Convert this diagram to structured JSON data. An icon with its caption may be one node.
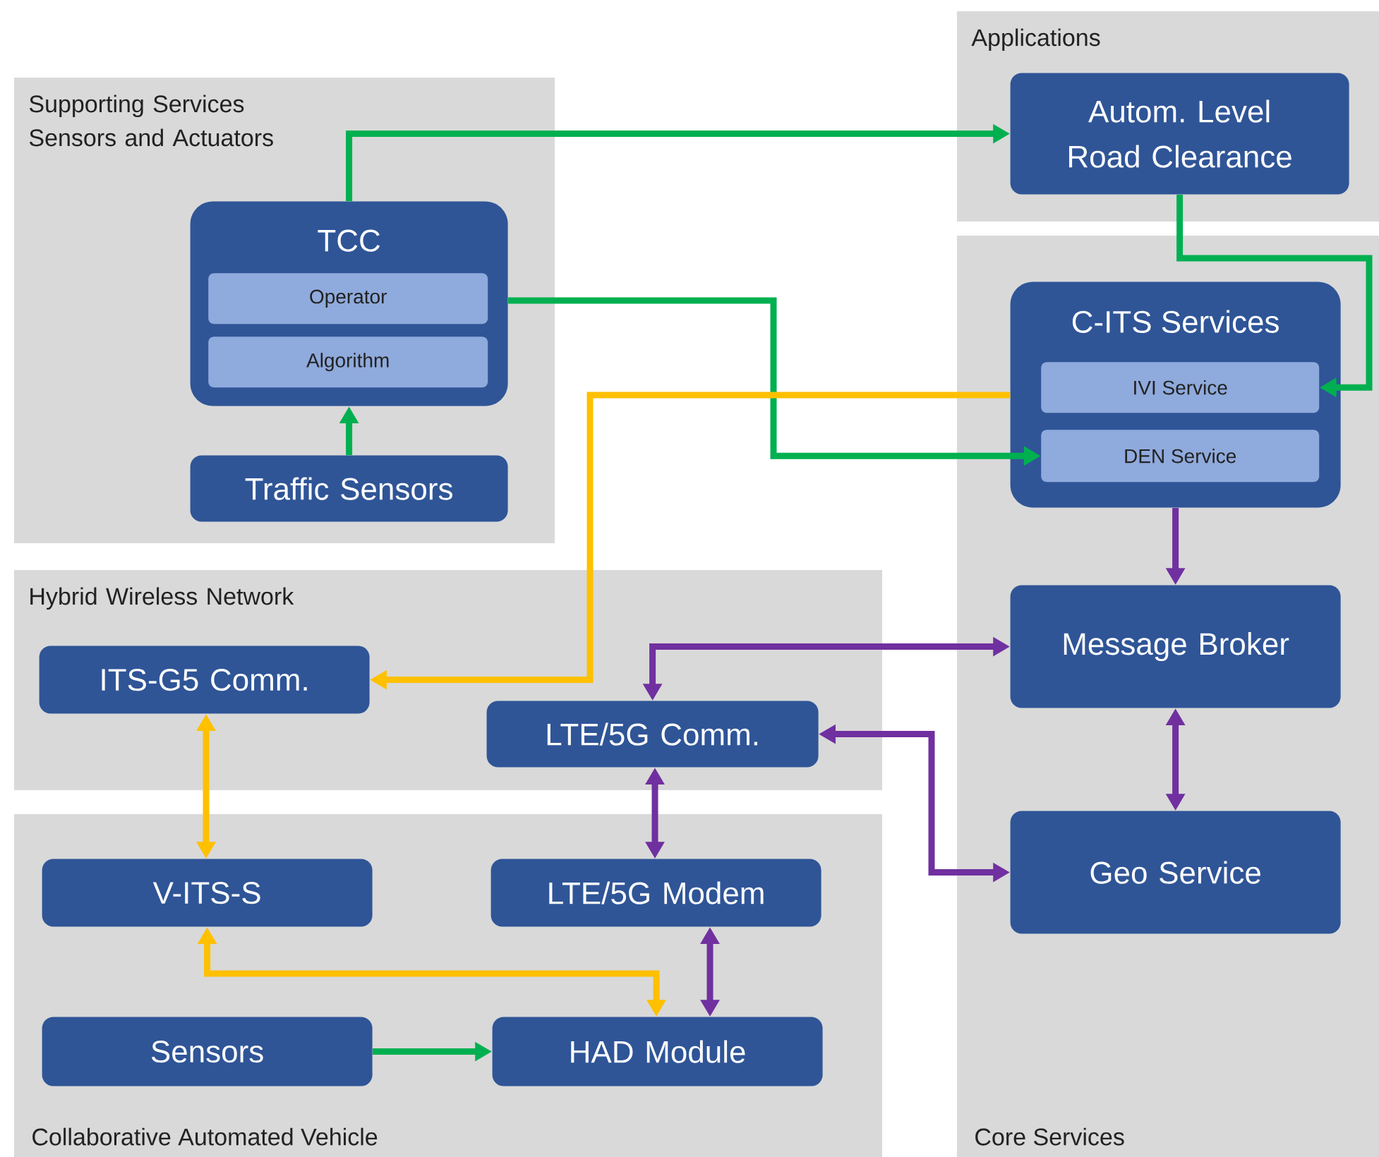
{
  "diagram": {
    "nodes": [
      {
        "text": [
          "Supporting Services Sensors and Actuators"
        ]
      },
      {
        "text": [
          "TCC"
        ],
        "in": 0
      },
      {
        "text": [
          "Operator"
        ],
        "in": 1
      },
      {
        "text": [
          "Algorithm"
        ],
        "in": 1
      },
      {
        "text": [
          "Traffic Sensors"
        ],
        "in": 0
      },
      {
        "text": [
          "Applications"
        ]
      },
      {
        "text": [
          "Autom. Level Road Clearance"
        ],
        "in": 5
      },
      {
        "text": [
          "Core Services"
        ]
      },
      {
        "text": [
          "C-ITS Services"
        ],
        "in": 7
      },
      {
        "text": [
          "IVI Service"
        ],
        "in": 8
      },
      {
        "text": [
          "DEN Service"
        ],
        "in": 8
      },
      {
        "text": [
          "Message Broker"
        ],
        "in": 7
      },
      {
        "text": [
          "Geo Service"
        ],
        "in": 7
      },
      {
        "text": [
          "Hybrid Wireless Network"
        ]
      },
      {
        "text": [
          "ITS-G5 Comm."
        ],
        "in": 13
      },
      {
        "text": [
          "LTE/5G Comm."
        ],
        "in": 13
      },
      {
        "text": [
          "Collaborative Automated Vehicle"
        ]
      },
      {
        "text": [
          "V-ITS-S"
        ],
        "in": 16
      },
      {
        "text": [
          "LTE/5G Modem"
        ],
        "in": 16
      },
      {
        "text": [
          "Sensors"
        ],
        "in": 16
      },
      {
        "text": [
          "HAD Module"
        ],
        "in": 16
      }
    ],
    "edges": [
      {
        "from": 1,
        "to": 6,
        "arrow": "to",
        "color": "#00b050"
      },
      {
        "from": 1,
        "to": 10,
        "arrow": "to",
        "color": "#00b050"
      },
      {
        "from": 6,
        "to": 9,
        "arrow": "to",
        "color": "#00b050"
      },
      {
        "from": 4,
        "to": 1,
        "arrow": "to",
        "color": "#00b050"
      },
      {
        "from": 19,
        "to": 20,
        "arrow": "to",
        "color": "#00b050"
      },
      {
        "from": 8,
        "to": 14,
        "arrow": "to",
        "color": "#ffc000"
      },
      {
        "from": 14,
        "to": 17,
        "arrow": "both",
        "color": "#ffc000"
      },
      {
        "from": 17,
        "to": 20,
        "arrow": "both",
        "color": "#ffc000"
      },
      {
        "from": 8,
        "to": 11,
        "arrow": "to"
      },
      {
        "from": 15,
        "to": 11,
        "arrow": "both"
      },
      {
        "from": 15,
        "to": 12,
        "arrow": "both"
      },
      {
        "from": 11,
        "to": 12,
        "arrow": "both"
      },
      {
        "from": 15,
        "to": 18,
        "arrow": "both"
      },
      {
        "from": 18,
        "to": 20,
        "arrow": "both"
      }
    ]
  }
}
